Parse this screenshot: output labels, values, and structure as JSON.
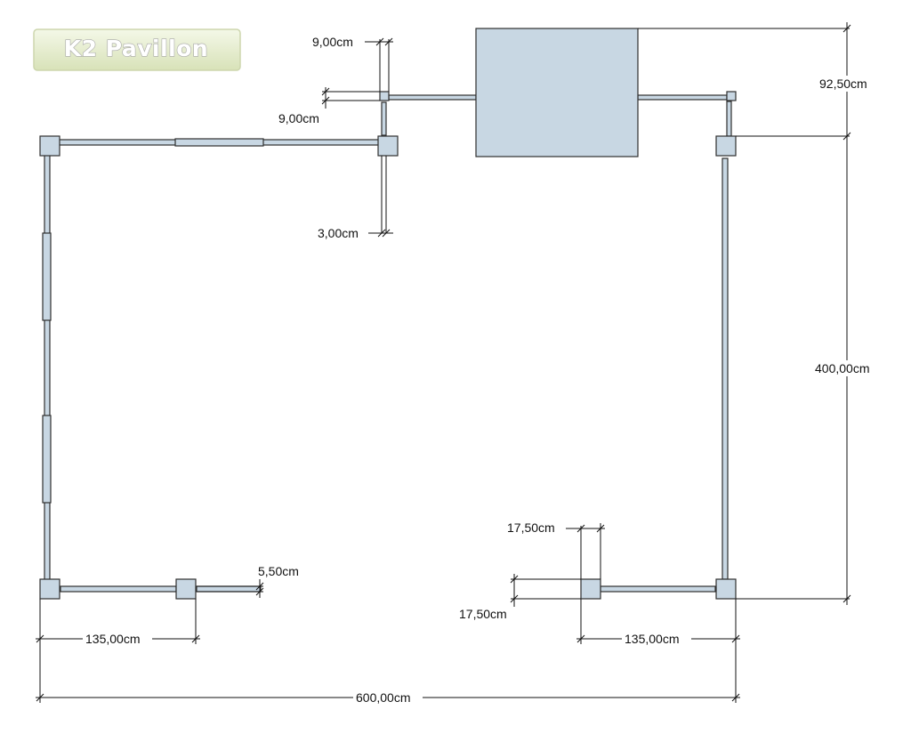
{
  "logo": {
    "text": "K2 Pavillon",
    "colors": {
      "box_top": "#f4f8e8",
      "box_bottom": "#d8e2b8",
      "border": "#cdd6ad"
    }
  },
  "colors": {
    "fill": "#c8d7e3",
    "stroke": "#2f2f2f",
    "dimension_line": "#111111"
  },
  "dimensions": {
    "post_offset_top": "9,00cm",
    "post_offset_side": "9,00cm",
    "rail_gap": "3,00cm",
    "top_offset_right": "92,50cm",
    "depth_right": "400,00cm",
    "post_size_h": "17,50cm",
    "post_size_v": "17,50cm",
    "rail_gap_bottom": "5,50cm",
    "bottom_left_span": "135,00cm",
    "bottom_right_span": "135,00cm",
    "overall_width": "600,00cm"
  }
}
